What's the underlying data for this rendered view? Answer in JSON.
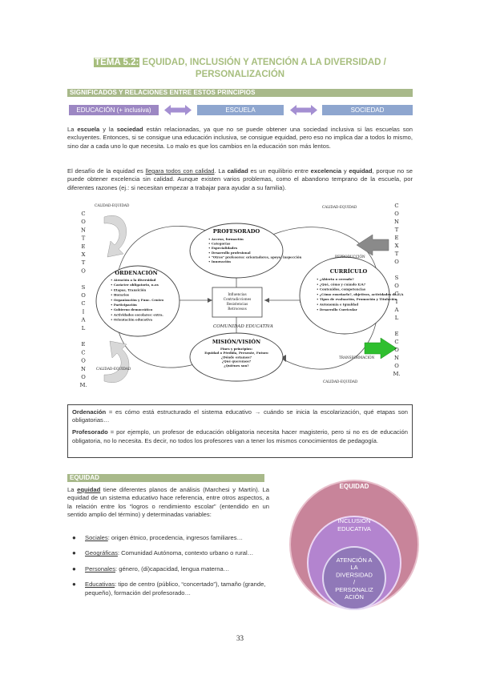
{
  "title": {
    "tema": "TEMA 5.2:",
    "line1": " EQUIDAD, INCLUSIÓN Y ATENCIÓN A LA DIVERSIDAD /",
    "line2": "PERSONALIZACIÓN"
  },
  "section1": "SIGNIFICADOS Y RELACIONES ENTRE ESTOS PRINCIPIOS",
  "boxes": [
    "EDUCACIÓN (+ inclusiva)",
    "ESCUELA",
    "SOCIEDAD"
  ],
  "colors": {
    "green": "#a8b98a",
    "purple": "#9c87c3",
    "blue": "#8ea6cf",
    "arrow": "#a48fd2"
  },
  "para1": {
    "a": "La ",
    "b": "escuela",
    "c": " y la ",
    "d": "sociedad",
    "e": " están relacionadas, ya que no se puede obtener una sociedad inclusiva si las escuelas son excluyentes. Entonces, si se consigue una educación inclusiva, se consigue equidad, pero eso no implica dar a todos lo mismo, sino dar a cada uno lo que necesita. Lo malo es que los cambios en la educación son más lentos."
  },
  "para2": {
    "a": "El desafío de la equidad es ",
    "b": "llegara todos con calidad",
    "c": ". La ",
    "d": "calidad",
    "e": " es un equilibrio entre ",
    "f": "excelencia",
    "g": " y ",
    "h": "equidad",
    "i": ", porque no se puede obtener excelencia sin calidad. Aunque existen varios problemas, como el abandono temprano de la escuela, por diferentes razones (ej.: si necesitan empezar a trabajar para ayudar a su familia)."
  },
  "diagram": {
    "left_vertical": [
      "C",
      "O",
      "N",
      "T",
      "E",
      "X",
      "T",
      "O",
      "",
      "S",
      "O",
      "C",
      "I",
      "A",
      "L",
      "",
      "E",
      "C",
      "O",
      "N",
      "O",
      "M."
    ],
    "right_vertical": [
      "C",
      "O",
      "N",
      "T",
      "E",
      "X",
      "T",
      "O",
      "",
      "S",
      "O",
      "C",
      "I",
      "A",
      "L",
      "",
      "E",
      "C",
      "O",
      "N",
      "O",
      "M."
    ],
    "calidad_equidad": "CALIDAD-EQUIDAD",
    "reproduccion": "REPRODUCCIÓN",
    "transformacion": "TRANSFORMACIÓN",
    "comunidad": "COMUNIDAD EDUCATIVA",
    "profesorado": {
      "title": "PROFESORADO",
      "items": [
        "Acceso, formación",
        "Categorías",
        "Especialidades",
        "Desarrollo profesional",
        "\"Otros\" profesores: orientadores, apoyo, inspección",
        "Innovación"
      ]
    },
    "ordenacion": {
      "title": "ORDENACIÓN",
      "items": [
        "Atención a la diversidad",
        "Carácter obligatorio, n.os",
        "Etapas, Transición",
        "Horarios",
        "Organización y Func. Centro",
        "Participación",
        "Gobierno democrático",
        "Actividades escolares: extra.",
        "Orientación educativa"
      ]
    },
    "curriculo": {
      "title": "CURRÍCULO",
      "items": [
        "¿Abierto o cerrado?",
        "¿Qué, cómo y cuándo E/A?",
        "Contenidos, competencias",
        "¿Cómo enseñarlo?, objetivos, actividades de E/A",
        "Tipos de evaluación, Promoción y Titulación",
        "Autonomía e Igualdad",
        "Desarrollo Curricular"
      ]
    },
    "mision": {
      "title": "MISIÓN/VISIÓN",
      "items": [
        "Fines y principios:",
        "Equidad o Pérdida, Presente, Futuro",
        "¿Dónde estamos?",
        "¿Qué queremos?",
        "¿Quiénes son?"
      ]
    },
    "center": [
      "Influencias",
      "Contradicciones",
      "Resistencias",
      "Retrocesos"
    ]
  },
  "definitions": {
    "ord_term": "Ordenación",
    "ord_text": " = es cómo está estructurado el sistema educativo",
    "ord_arrow": "→",
    "ord_rest": " cuándo se inicia la escolarización, qué etapas son obligatorias…",
    "prof_term": "Profesorado",
    "prof_text": " = por ejemplo, un profesor de educación obligatoria necesita hacer magisterio, pero si no es de educación obligatoria, no lo necesita. Es decir, no todos los profesores van a tener los mismos conocimientos de pedagogía."
  },
  "equidad_bar": "EQUIDAD",
  "equidad_para": {
    "a": "La ",
    "b": "equidad",
    "c": " tiene diferentes planos de análisis (Marchesi y Martín). La equidad de un sistema educativo hace referencia, entre otros aspectos, a la relación entre los “logros o rendimiento escolar” (entendido en un sentido amplio del término) y determinadas variables:"
  },
  "variables": [
    {
      "term": "Sociales",
      "text": ": origen étnico, procedencia, ingresos familiares…"
    },
    {
      "term": "Geográficas",
      "text": ": Comunidad Autónoma, contexto urbano o rural…"
    },
    {
      "term": "Personales",
      "text": ": género, (di)capacidad, lengua materna…"
    },
    {
      "term": "Educativas",
      "text": ": tipo de centro (público, “concertado”), tamaño (grande, pequeño), formación del profesorado…"
    }
  ],
  "venn": {
    "outer": "EQUIDAD",
    "middle": [
      "INCLUSIÓN",
      "EDUCATIVA"
    ],
    "inner": [
      "ATENCIÓN A",
      "LA",
      "DIVERSIDAD",
      "/",
      "PERSONALIZ",
      "ACIÓN"
    ]
  },
  "page_number": "33"
}
